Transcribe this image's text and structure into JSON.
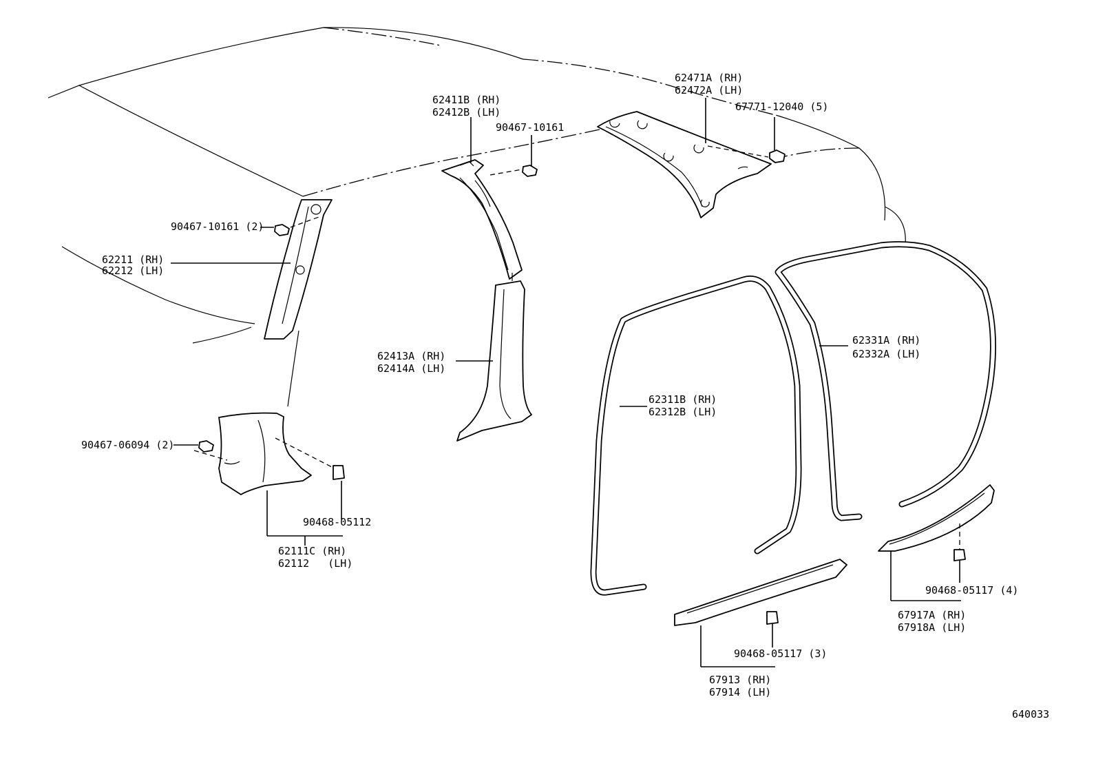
{
  "diagram_id": "640033",
  "callouts": {
    "p62471": [
      "62471A (RH)",
      "62472A (LH)"
    ],
    "p67771": "67771-12040 (5)",
    "p62411": [
      "62411B (RH)",
      "62412B (LH)"
    ],
    "p90467_top": "90467-10161",
    "p90467_left": "90467-10161 (2)",
    "p62211": [
      "62211 (RH)",
      "62212 (LH)"
    ],
    "p62413": [
      "62413A (RH)",
      "62414A (LH)"
    ],
    "p62331": [
      "62331A (RH)",
      "62332A (LH)"
    ],
    "p62311": [
      "62311B (RH)",
      "62312B (LH)"
    ],
    "p90467_06094": "90467-06094 (2)",
    "p90468_05112": "90468-05112",
    "p62111": [
      "62111C (RH)",
      "62112   (LH)"
    ],
    "p90468_05117_4": "90468-05117 (4)",
    "p67917": [
      "67917A (RH)",
      "67918A (LH)"
    ],
    "p90468_05117_3": "90468-05117 (3)",
    "p67913": [
      "67913 (RH)",
      "67914 (LH)"
    ]
  }
}
